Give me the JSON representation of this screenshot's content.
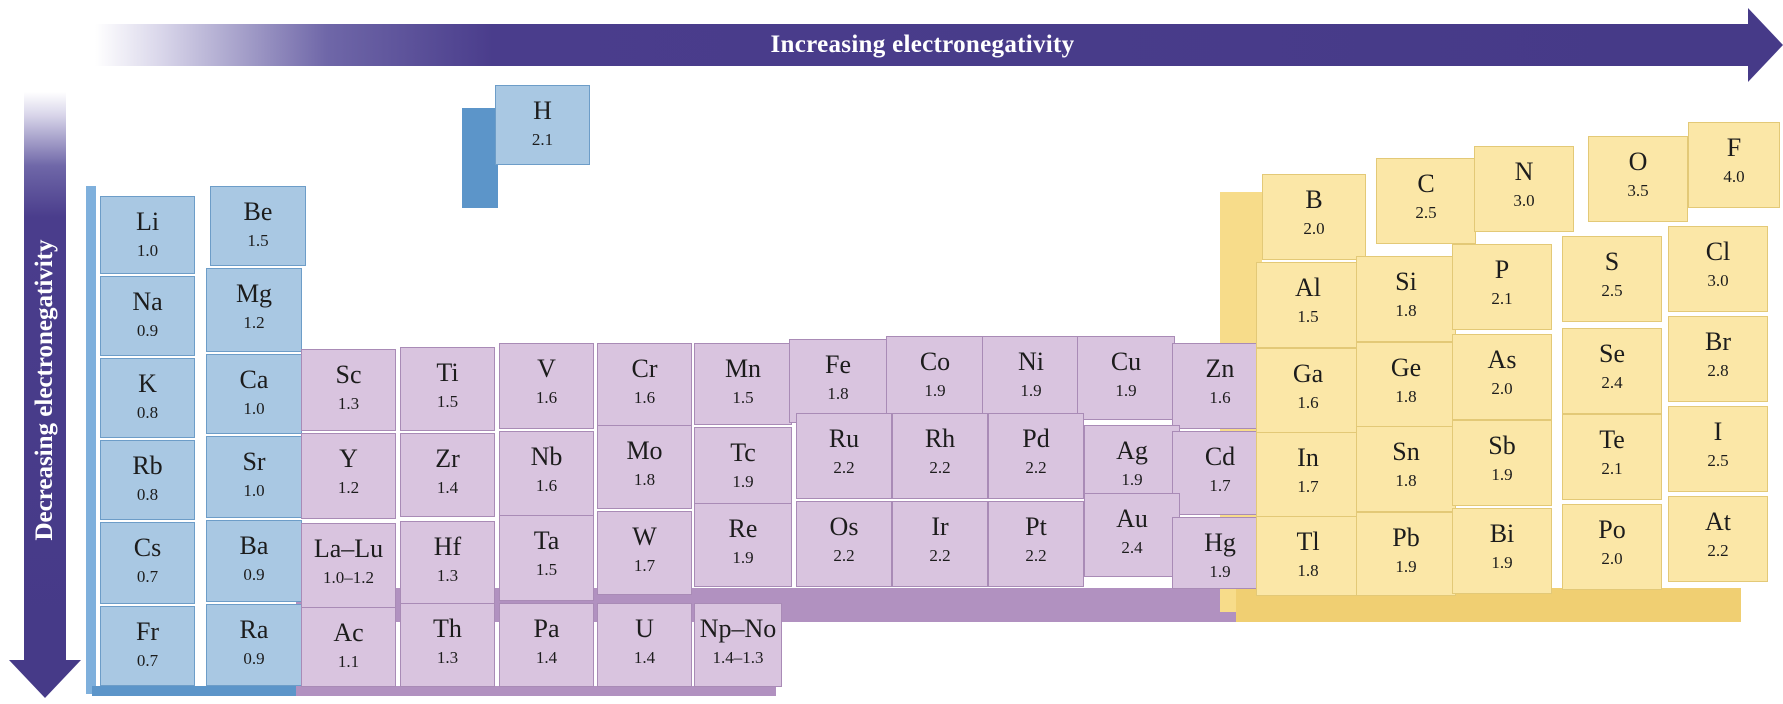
{
  "arrows": {
    "horizontal": "Increasing electronegativity",
    "vertical": "Decreasing electronegativity"
  },
  "colors": {
    "arrow": "#463a88",
    "s_block": "#a9c8e3",
    "d_block": "#d9c4df",
    "p_block": "#fbe7a7"
  },
  "elements": [
    {
      "symbol": "H",
      "value": "2.1",
      "block": "s"
    },
    {
      "symbol": "Li",
      "value": "1.0",
      "block": "s"
    },
    {
      "symbol": "Be",
      "value": "1.5",
      "block": "s"
    },
    {
      "symbol": "Na",
      "value": "0.9",
      "block": "s"
    },
    {
      "symbol": "Mg",
      "value": "1.2",
      "block": "s"
    },
    {
      "symbol": "K",
      "value": "0.8",
      "block": "s"
    },
    {
      "symbol": "Ca",
      "value": "1.0",
      "block": "s"
    },
    {
      "symbol": "Rb",
      "value": "0.8",
      "block": "s"
    },
    {
      "symbol": "Sr",
      "value": "1.0",
      "block": "s"
    },
    {
      "symbol": "Cs",
      "value": "0.7",
      "block": "s"
    },
    {
      "symbol": "Ba",
      "value": "0.9",
      "block": "s"
    },
    {
      "symbol": "Fr",
      "value": "0.7",
      "block": "s"
    },
    {
      "symbol": "Ra",
      "value": "0.9",
      "block": "s"
    },
    {
      "symbol": "Sc",
      "value": "1.3",
      "block": "d"
    },
    {
      "symbol": "Ti",
      "value": "1.5",
      "block": "d"
    },
    {
      "symbol": "V",
      "value": "1.6",
      "block": "d"
    },
    {
      "symbol": "Cr",
      "value": "1.6",
      "block": "d"
    },
    {
      "symbol": "Mn",
      "value": "1.5",
      "block": "d"
    },
    {
      "symbol": "Fe",
      "value": "1.8",
      "block": "d"
    },
    {
      "symbol": "Co",
      "value": "1.9",
      "block": "d"
    },
    {
      "symbol": "Ni",
      "value": "1.9",
      "block": "d"
    },
    {
      "symbol": "Cu",
      "value": "1.9",
      "block": "d"
    },
    {
      "symbol": "Zn",
      "value": "1.6",
      "block": "d"
    },
    {
      "symbol": "Y",
      "value": "1.2",
      "block": "d"
    },
    {
      "symbol": "Zr",
      "value": "1.4",
      "block": "d"
    },
    {
      "symbol": "Nb",
      "value": "1.6",
      "block": "d"
    },
    {
      "symbol": "Mo",
      "value": "1.8",
      "block": "d"
    },
    {
      "symbol": "Tc",
      "value": "1.9",
      "block": "d"
    },
    {
      "symbol": "Ru",
      "value": "2.2",
      "block": "d"
    },
    {
      "symbol": "Rh",
      "value": "2.2",
      "block": "d"
    },
    {
      "symbol": "Pd",
      "value": "2.2",
      "block": "d"
    },
    {
      "symbol": "Ag",
      "value": "1.9",
      "block": "d"
    },
    {
      "symbol": "Cd",
      "value": "1.7",
      "block": "d"
    },
    {
      "symbol": "La–Lu",
      "value": "1.0–1.2",
      "block": "d"
    },
    {
      "symbol": "Hf",
      "value": "1.3",
      "block": "d"
    },
    {
      "symbol": "Ta",
      "value": "1.5",
      "block": "d"
    },
    {
      "symbol": "W",
      "value": "1.7",
      "block": "d"
    },
    {
      "symbol": "Re",
      "value": "1.9",
      "block": "d"
    },
    {
      "symbol": "Os",
      "value": "2.2",
      "block": "d"
    },
    {
      "symbol": "Ir",
      "value": "2.2",
      "block": "d"
    },
    {
      "symbol": "Pt",
      "value": "2.2",
      "block": "d"
    },
    {
      "symbol": "Au",
      "value": "2.4",
      "block": "d"
    },
    {
      "symbol": "Hg",
      "value": "1.9",
      "block": "d"
    },
    {
      "symbol": "Ac",
      "value": "1.1",
      "block": "d"
    },
    {
      "symbol": "Th",
      "value": "1.3",
      "block": "d"
    },
    {
      "symbol": "Pa",
      "value": "1.4",
      "block": "d"
    },
    {
      "symbol": "U",
      "value": "1.4",
      "block": "d"
    },
    {
      "symbol": "Np–No",
      "value": "1.4–1.3",
      "block": "d"
    },
    {
      "symbol": "B",
      "value": "2.0",
      "block": "p"
    },
    {
      "symbol": "C",
      "value": "2.5",
      "block": "p"
    },
    {
      "symbol": "N",
      "value": "3.0",
      "block": "p"
    },
    {
      "symbol": "O",
      "value": "3.5",
      "block": "p"
    },
    {
      "symbol": "F",
      "value": "4.0",
      "block": "p"
    },
    {
      "symbol": "Al",
      "value": "1.5",
      "block": "p"
    },
    {
      "symbol": "Si",
      "value": "1.8",
      "block": "p"
    },
    {
      "symbol": "P",
      "value": "2.1",
      "block": "p"
    },
    {
      "symbol": "S",
      "value": "2.5",
      "block": "p"
    },
    {
      "symbol": "Cl",
      "value": "3.0",
      "block": "p"
    },
    {
      "symbol": "Ga",
      "value": "1.6",
      "block": "p"
    },
    {
      "symbol": "Ge",
      "value": "1.8",
      "block": "p"
    },
    {
      "symbol": "As",
      "value": "2.0",
      "block": "p"
    },
    {
      "symbol": "Se",
      "value": "2.4",
      "block": "p"
    },
    {
      "symbol": "Br",
      "value": "2.8",
      "block": "p"
    },
    {
      "symbol": "In",
      "value": "1.7",
      "block": "p"
    },
    {
      "symbol": "Sn",
      "value": "1.8",
      "block": "p"
    },
    {
      "symbol": "Sb",
      "value": "1.9",
      "block": "p"
    },
    {
      "symbol": "Te",
      "value": "2.1",
      "block": "p"
    },
    {
      "symbol": "I",
      "value": "2.5",
      "block": "p"
    },
    {
      "symbol": "Tl",
      "value": "1.8",
      "block": "p"
    },
    {
      "symbol": "Pb",
      "value": "1.9",
      "block": "p"
    },
    {
      "symbol": "Bi",
      "value": "1.9",
      "block": "p"
    },
    {
      "symbol": "Po",
      "value": "2.0",
      "block": "p"
    },
    {
      "symbol": "At",
      "value": "2.2",
      "block": "p"
    }
  ]
}
